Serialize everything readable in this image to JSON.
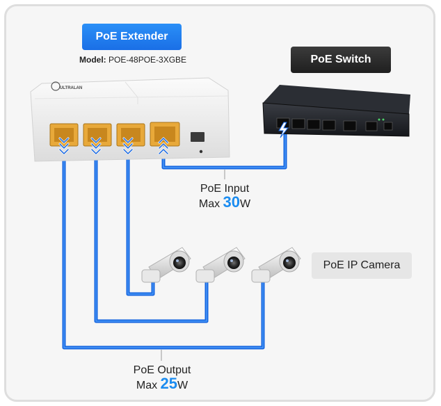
{
  "extender_title": "PoE Extender",
  "model_label": "Model:",
  "model_value": "POE-48POE-3XGBE",
  "brand_text": "ULTRALAN",
  "switch_title": "PoE Switch",
  "camera_title": "PoE IP Camera",
  "input_line1": "PoE Input",
  "input_max_prefix": "Max",
  "input_max_value": "30",
  "input_max_unit": "W",
  "output_line1": "PoE Output",
  "output_max_prefix": "Max",
  "output_max_value": "25",
  "output_max_unit": "W",
  "colors": {
    "cable_blue": "#1565e0",
    "accent_blue": "#1b8cf0",
    "port_gold": "#e8a93a"
  }
}
